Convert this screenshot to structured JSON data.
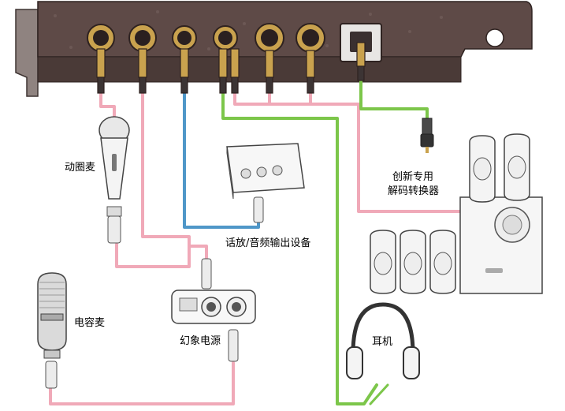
{
  "labels": {
    "dynamic_mic": "动圈麦",
    "condenser_mic": "电容麦",
    "phantom_power": "幻象电源",
    "playback_device": "话放/音频输出设备",
    "creative_decoder_line1": "创新专用",
    "creative_decoder_line2": "解码转换器",
    "headphones": "耳机"
  },
  "colors": {
    "card_plate": "#5e4a47",
    "bracket": "#9a8f8c",
    "gold_jack": "#c9a24e",
    "pink_cable": "#f0a9b8",
    "green_cable": "#7cc64a",
    "blue_cable": "#4f97c8",
    "device_stroke": "#4a4a4a"
  },
  "icons": {
    "connectors": [
      "jack-connector-icon"
    ],
    "optical": "optical-port-icon"
  }
}
